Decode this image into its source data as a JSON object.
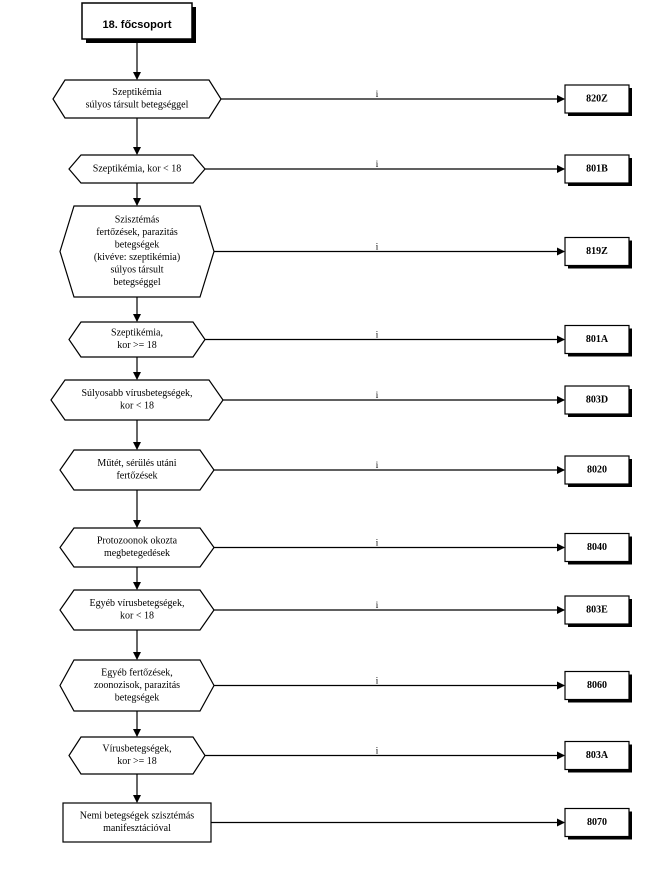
{
  "title": "18. főcsoport",
  "yes_label": "i",
  "nodes": [
    {
      "lines": [
        "Szeptikémia",
        "súlyos társult betegséggel"
      ],
      "code": "820Z"
    },
    {
      "lines": [
        "Szeptikémia, kor < 18"
      ],
      "code": "801B"
    },
    {
      "lines": [
        "Szisztémás",
        "fertőzések, parazitás",
        "betegségek",
        "(kivéve: szeptikémia)",
        "súlyos társult",
        "betegséggel"
      ],
      "code": "819Z"
    },
    {
      "lines": [
        "Szeptikémia,",
        "kor >= 18"
      ],
      "code": "801A"
    },
    {
      "lines": [
        "Súlyosabb vírusbetegségek,",
        "kor < 18"
      ],
      "code": "803D"
    },
    {
      "lines": [
        "Műtét, sérülés utáni",
        "fertőzések"
      ],
      "code": "8020"
    },
    {
      "lines": [
        "Protozoonok okozta",
        "megbetegedések"
      ],
      "code": "8040"
    },
    {
      "lines": [
        "Egyéb vírusbetegségek,",
        "kor < 18"
      ],
      "code": "803E"
    },
    {
      "lines": [
        "Egyéb fertőzések,",
        "zoonozisok, parazitás",
        "betegségek"
      ],
      "code": "8060"
    },
    {
      "lines": [
        "Vírusbetegségek,",
        "kor >= 18"
      ],
      "code": "803A"
    },
    {
      "lines": [
        "Nemi betegségek szisztémás",
        "manifesztációval"
      ],
      "code": "8070"
    }
  ]
}
